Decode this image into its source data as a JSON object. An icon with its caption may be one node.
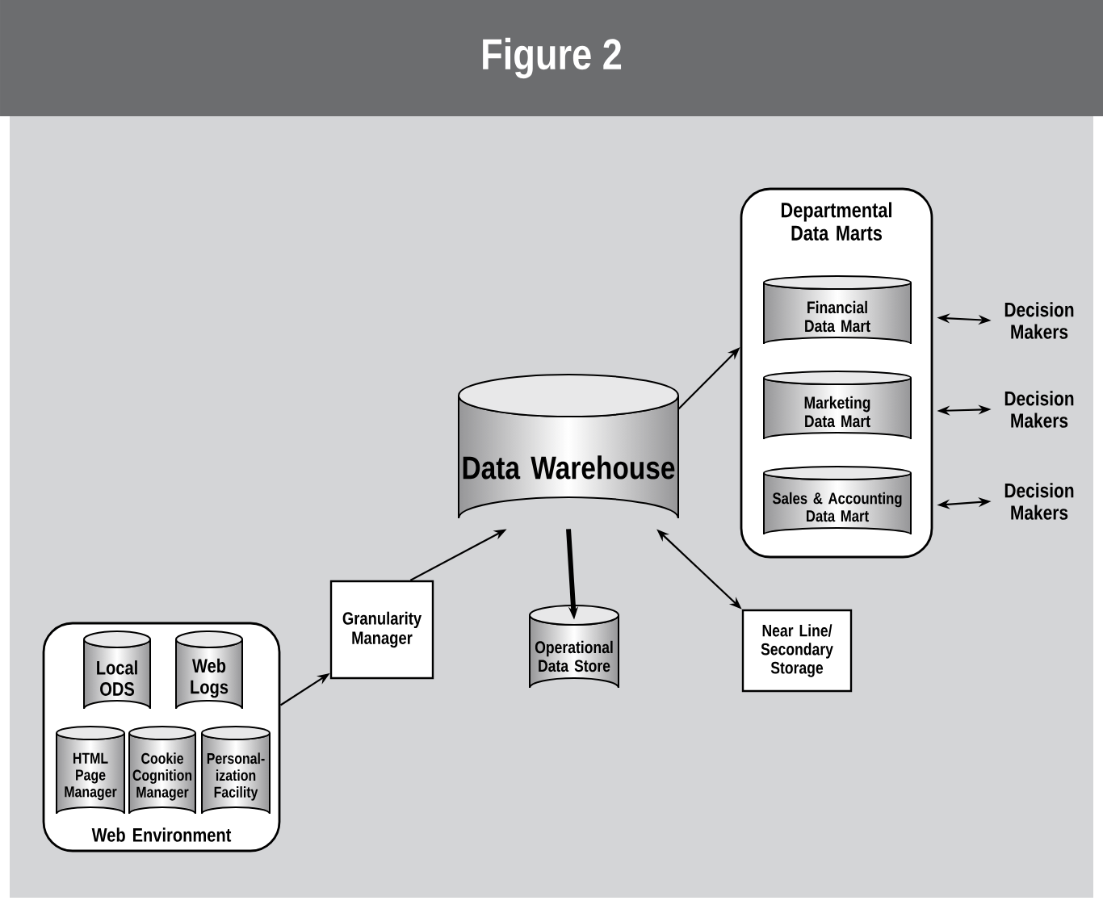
{
  "diagram": {
    "title": "Figure 2",
    "nodes": [
      {
        "text": [
          "Web Environment"
        ]
      },
      {
        "text": [
          "Local ODS"
        ],
        "in": 0
      },
      {
        "text": [
          "Web Logs"
        ],
        "in": 0
      },
      {
        "text": [
          "HTML Page Manager"
        ],
        "in": 0
      },
      {
        "text": [
          "Cookie Cognition Manager"
        ],
        "in": 0
      },
      {
        "text": [
          "Personal- ization Facility"
        ],
        "in": 0
      },
      {
        "text": [
          "Granularity Manager"
        ]
      },
      {
        "text": [
          "Data Warehouse"
        ]
      },
      {
        "text": [
          "Operational Data Store"
        ]
      },
      {
        "text": [
          "Near Line/ Secondary Storage"
        ]
      },
      {
        "text": [
          "Departmental Data Marts"
        ]
      },
      {
        "text": [
          "Financial Data Mart"
        ],
        "in": 10
      },
      {
        "text": [
          "Marketing Data Mart"
        ],
        "in": 10
      },
      {
        "text": [
          "Sales & Accounting Data Mart"
        ],
        "in": 10
      },
      {
        "text": [
          "Decision Makers"
        ]
      },
      {
        "text": [
          "Decision Makers"
        ]
      },
      {
        "text": [
          "Decision Makers"
        ]
      }
    ],
    "edges": [
      {
        "from": 0,
        "to": 6,
        "arrow": "to"
      },
      {
        "from": 6,
        "to": 7,
        "arrow": "to"
      },
      {
        "from": 7,
        "to": 8,
        "arrow": "to",
        "style": "thick"
      },
      {
        "from": 7,
        "to": 9,
        "arrow": "both"
      },
      {
        "from": 7,
        "to": 10,
        "arrow": "to"
      },
      {
        "from": 11,
        "to": 14,
        "arrow": "both"
      },
      {
        "from": 12,
        "to": 15,
        "arrow": "both"
      },
      {
        "from": 13,
        "to": 16,
        "arrow": "both"
      }
    ]
  }
}
